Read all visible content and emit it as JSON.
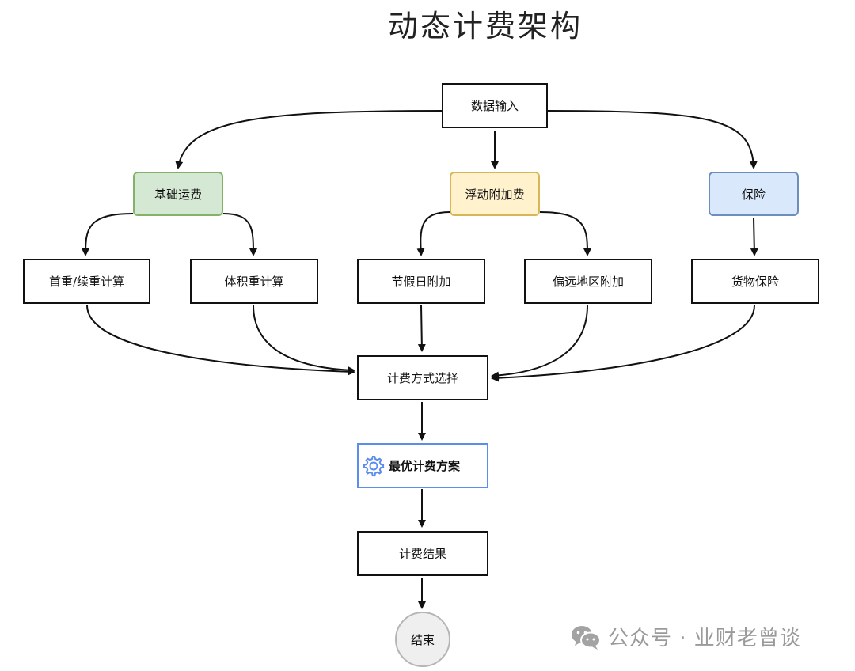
{
  "title": "动态计费架构",
  "nodes": {
    "data_input": "数据输入",
    "base_freight": "基础运费",
    "floating_surcharge": "浮动附加费",
    "insurance": "保险",
    "first_continued_weight": "首重/续重计算",
    "volumetric_weight": "体积重计算",
    "holiday_surcharge": "节假日附加",
    "remote_area_surcharge": "偏远地区附加",
    "cargo_insurance": "货物保险",
    "billing_method_selection": "计费方式选择",
    "optimal_plan": "最优计费方案",
    "billing_result": "计费结果",
    "end": "结束"
  },
  "colors": {
    "green_fill": "#d5e8d4",
    "yellow_fill": "#fff2cc",
    "blue_fill": "#dae8fc",
    "highlight_border": "#5b8def",
    "end_fill": "#efefef"
  },
  "optimal_plan_icon": "gear-icon",
  "watermark": {
    "icon": "wechat-icon",
    "text": "公众号 · 业财老曾谈"
  }
}
